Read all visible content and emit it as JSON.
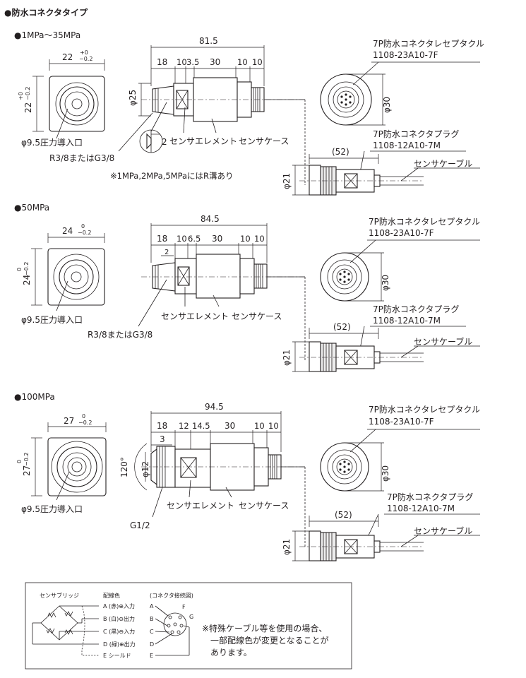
{
  "heading": "●防水コネクタタイプ",
  "sections": [
    {
      "title": "●1MPa～35MPa",
      "front_width": "22",
      "front_width_tol_upper": "+0",
      "front_width_tol_lower": "−0.2",
      "front_height": "22",
      "front_height_tol_upper": "+0",
      "front_height_tol_lower": "−0.2",
      "port_label": "φ9.5圧力導入口",
      "total_length": "81.5",
      "segments": [
        "18",
        "10",
        "3.5",
        "30",
        "10",
        "10"
      ],
      "body_dia": "φ25",
      "thread_label": "R3/8またはG3/8",
      "groove_dim": "2",
      "note": "※1MPa,2MPa,5MPaにはR溝あり",
      "element_label": "センサエレメント",
      "case_label": "センサケース",
      "receptacle_label": "7P防水コネクタレセプタクル",
      "receptacle_part": "1108-23A10-7F",
      "receptacle_dia": "φ30",
      "plug_label": "7P防水コネクタプラグ",
      "plug_part": "1108-12A10-7M",
      "plug_length": "(52)",
      "plug_dia": "φ21",
      "cable_label": "センサケーブル"
    },
    {
      "title": "●50MPa",
      "front_width": "24",
      "front_width_tol_upper": "0",
      "front_width_tol_lower": "−0.2",
      "front_height": "24",
      "front_height_tol_upper": "0",
      "front_height_tol_lower": "−0.2",
      "port_label": "φ9.5圧力導入口",
      "total_length": "84.5",
      "segments": [
        "18",
        "10",
        "6.5",
        "30",
        "10",
        "10"
      ],
      "groove_dim": "2",
      "thread_label": "R3/8またはG3/8",
      "element_label": "センサエレメント",
      "case_label": "センサケース",
      "receptacle_label": "7P防水コネクタレセプタクル",
      "receptacle_part": "1108-23A10-7F",
      "receptacle_dia": "φ30",
      "plug_label": "7P防水コネクタプラグ",
      "plug_part": "1108-12A10-7M",
      "plug_length": "(52)",
      "plug_dia": "φ21",
      "cable_label": "センサケーブル"
    },
    {
      "title": "●100MPa",
      "front_width": "27",
      "front_width_tol_upper": "0",
      "front_width_tol_lower": "−0.2",
      "front_height": "27",
      "front_height_tol_upper": "0",
      "front_height_tol_lower": "−0.2",
      "port_label": "φ9.5圧力導入口",
      "total_length": "94.5",
      "segments": [
        "18",
        "12",
        "14.5",
        "30",
        "10",
        "10"
      ],
      "step_dim": "3",
      "angle": "120°",
      "tip_dia": "φ12",
      "thread_label": "G1/2",
      "element_label": "センサエレメント",
      "case_label": "センサケース",
      "receptacle_label": "7P防水コネクタレセプタクル",
      "receptacle_part": "1108-23A10-7F",
      "receptacle_dia": "φ30",
      "plug_label": "7P防水コネクタプラグ",
      "plug_part": "1108-12A10-7M",
      "plug_length": "(52)",
      "plug_dia": "φ21",
      "cable_label": "センサケーブル"
    }
  ],
  "wiring": {
    "bridge_label": "センサブリッジ",
    "color_header": "配線色",
    "connector_header": "(コネクタ接続図)",
    "wires": [
      {
        "text": "A (赤)⊕入力",
        "pin": "A"
      },
      {
        "text": "B (白)⊖出力",
        "pin": "B"
      },
      {
        "text": "C (黒)⊖入力",
        "pin": "C"
      },
      {
        "text": "D (緑)⊕出力",
        "pin": "D"
      },
      {
        "text": "E シールド",
        "pin": "E"
      }
    ],
    "extra_pins": [
      "F",
      "G"
    ],
    "note_lines": [
      "※特殊ケーブル等を使用の場合、",
      "一部配線色が変更となることが",
      "あります。"
    ]
  }
}
